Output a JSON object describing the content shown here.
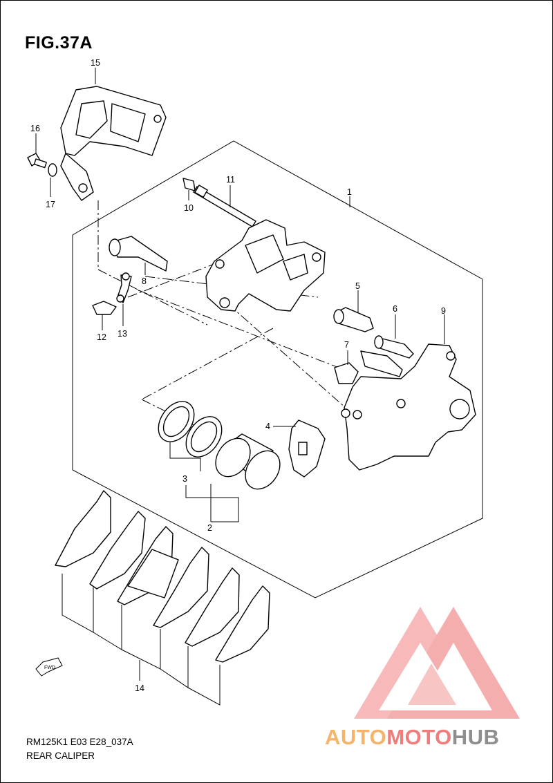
{
  "figure": {
    "title": "FIG.37A"
  },
  "footer": {
    "code": "RM125K1 E03 E28_037A",
    "name": "REAR CALIPER"
  },
  "fwd": {
    "label": "FWD"
  },
  "watermark": {
    "part1": "AUTO",
    "part2": "MOTO",
    "part3": "HUB",
    "color_orange": "#f6b36a",
    "color_red": "#f07c7c",
    "color_gray": "#8f8f8f"
  },
  "callouts": [
    "1",
    "2",
    "3",
    "4",
    "5",
    "6",
    "7",
    "8",
    "9",
    "10",
    "11",
    "12",
    "13",
    "14",
    "15",
    "16",
    "17"
  ]
}
